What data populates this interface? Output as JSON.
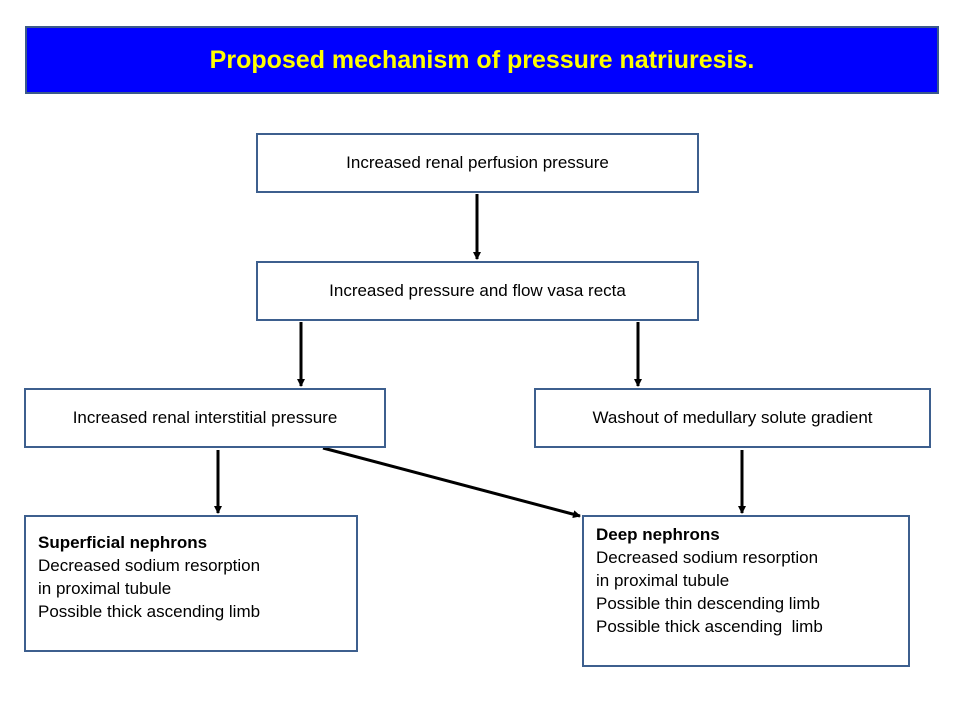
{
  "title": "Proposed mechanism of pressure natriuresis.",
  "colors": {
    "title_background": "#0000ff",
    "title_text": "#ffff00",
    "box_border": "#3d5f8e",
    "arrow": "#000000"
  },
  "nodes": {
    "perfusion": "Increased renal perfusion pressure",
    "vasa_recta": "Increased pressure and flow vasa recta",
    "interstitial": "Increased renal interstitial pressure",
    "washout": "Washout of medullary solute gradient",
    "superficial": {
      "heading": "Superficial nephrons",
      "lines": [
        "Decreased sodium resorption",
        "in proximal tubule",
        "Possible thick ascending limb"
      ]
    },
    "deep": {
      "heading": "Deep nephrons",
      "lines": [
        "Decreased sodium resorption",
        "in proximal tubule",
        "Possible thin descending limb",
        "Possible thick ascending  limb"
      ]
    }
  },
  "edges": [
    {
      "from": "perfusion",
      "to": "vasa_recta"
    },
    {
      "from": "vasa_recta",
      "to": "interstitial"
    },
    {
      "from": "vasa_recta",
      "to": "washout"
    },
    {
      "from": "interstitial",
      "to": "superficial"
    },
    {
      "from": "interstitial",
      "to": "deep"
    },
    {
      "from": "washout",
      "to": "deep"
    }
  ]
}
